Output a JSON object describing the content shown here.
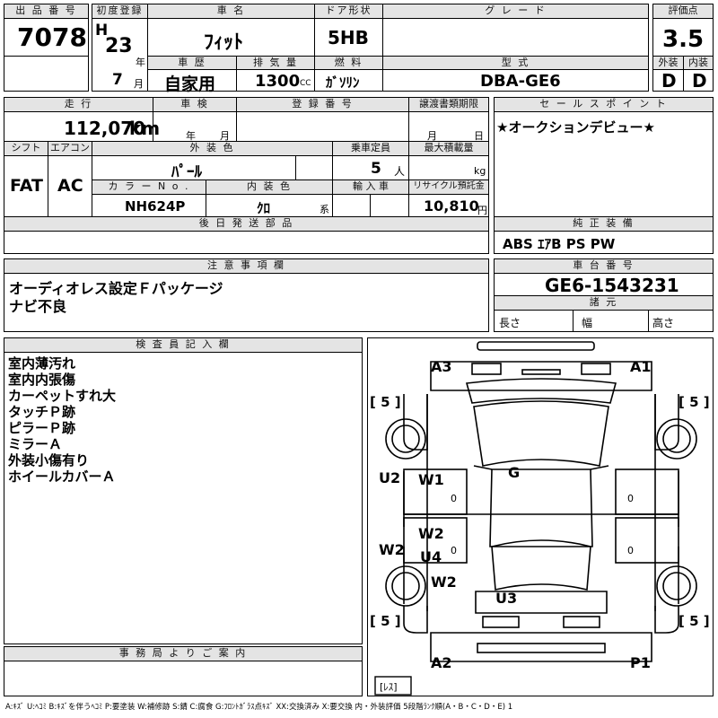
{
  "headers": {
    "lot_no": "出 品 番 号",
    "first_reg": "初度登録",
    "car_name": "車 名",
    "door": "ドア形状",
    "grade": "グ レ ー ド",
    "eval_score": "評価点",
    "history": "車 歴",
    "displacement": "排 気 量",
    "fuel": "燃 料",
    "model_type": "型 式",
    "ext": "外装",
    "int": "内装",
    "mileage": "走 行",
    "inspection": "車 検",
    "reg_no": "登 録 番 号",
    "transfer_deadline": "譲渡書類期限",
    "sales_point": "セ ー ル ス ポ イ ン ト",
    "shift": "シフト",
    "aircon": "エアコン",
    "ext_color": "外 装 色",
    "capacity": "乗車定員",
    "max_load": "最大積載量",
    "color_no": "カ ラ ー N o .",
    "int_color": "内 装 色",
    "import": "輸 入 車",
    "recycle": "リサイクル預託金",
    "later_parts": "後 日 発 送 部 品",
    "genuine_equip": "純 正 装 備",
    "notes": "注 意 事 項 欄",
    "frame_no": "車 台 番 号",
    "specs": "諸 元",
    "inspector": "検 査 員 記 入 欄",
    "office": "事 務 局 よ り ご 案 内"
  },
  "values": {
    "lot_no": "7078",
    "era": "H",
    "year": "23",
    "year_unit": "年",
    "month": "7",
    "month_unit": "月",
    "car_name": "ﾌｨｯﾄ",
    "door": "5HB",
    "grade": "",
    "score": "3.5",
    "history": "自家用",
    "displacement": "1300",
    "cc": "CC",
    "fuel": "ｶﾞｿﾘﾝ",
    "model_type": "DBA-GE6",
    "ext_grade": "D",
    "int_grade": "D",
    "mileage": "112,070",
    "km": "km",
    "insp_year": "年",
    "insp_month": "月",
    "transfer_month": "月",
    "transfer_day": "日",
    "sales_point": "★オークションデビュー★",
    "shift": "FAT",
    "aircon": "AC",
    "ext_color": "ﾊﾟｰﾙ",
    "capacity": "5",
    "capacity_unit": "人",
    "load_unit": "kg",
    "color_no": "NH624P",
    "int_color": "ｸﾛ",
    "int_color_unit": "系",
    "recycle": "10,810",
    "yen": "円",
    "genuine_equip": "ABS ｴｱB PS PW",
    "notes_line1": "オーディオレス設定Ｆパッケージ",
    "notes_line2": "ナビ不良",
    "frame_no": "GE6-1543231",
    "length": "長さ",
    "width": "幅",
    "height": "高さ"
  },
  "inspector_notes": [
    "室内薄汚れ",
    "室内内張傷",
    "カーペットすれ大",
    "タッチＰ跡",
    "ピラーＰ跡",
    "ミラーＡ",
    "外装小傷有り",
    "ホイールカバーＡ"
  ],
  "diagram": {
    "marks": {
      "a3": "A3",
      "a1": "A1",
      "u2": "U2",
      "w1": "W1",
      "g": "G",
      "w2_left": "W2",
      "w2_mid": "W2",
      "u4": "U4",
      "w2_lower": "W2",
      "u3": "U3",
      "a2": "A2",
      "p1": "P1"
    },
    "tire_fl": "[ 5 ]",
    "tire_fr": "[ 5 ]",
    "tire_rl": "[ 5 ]",
    "tire_rr": "[ 5 ]",
    "door_zero_1": "0",
    "door_zero_2": "0",
    "door_zero_3": "0",
    "door_zero_4": "0",
    "spare": "[ﾚｽ]"
  },
  "legend": "A:ｷｽﾞ  U:ﾍｺﾐ B:ｷｽﾞを伴うﾍｺﾐ P:要塗装 W:補修跡 S:錆 C:腐食 G:ﾌﾛﾝﾄｶﾞﾗｽ点ｷｽﾞ XX:交換済み X:要交換  内・外装評価  5段階ﾗﾝｸ順(A・B・C・D・E) 1"
}
